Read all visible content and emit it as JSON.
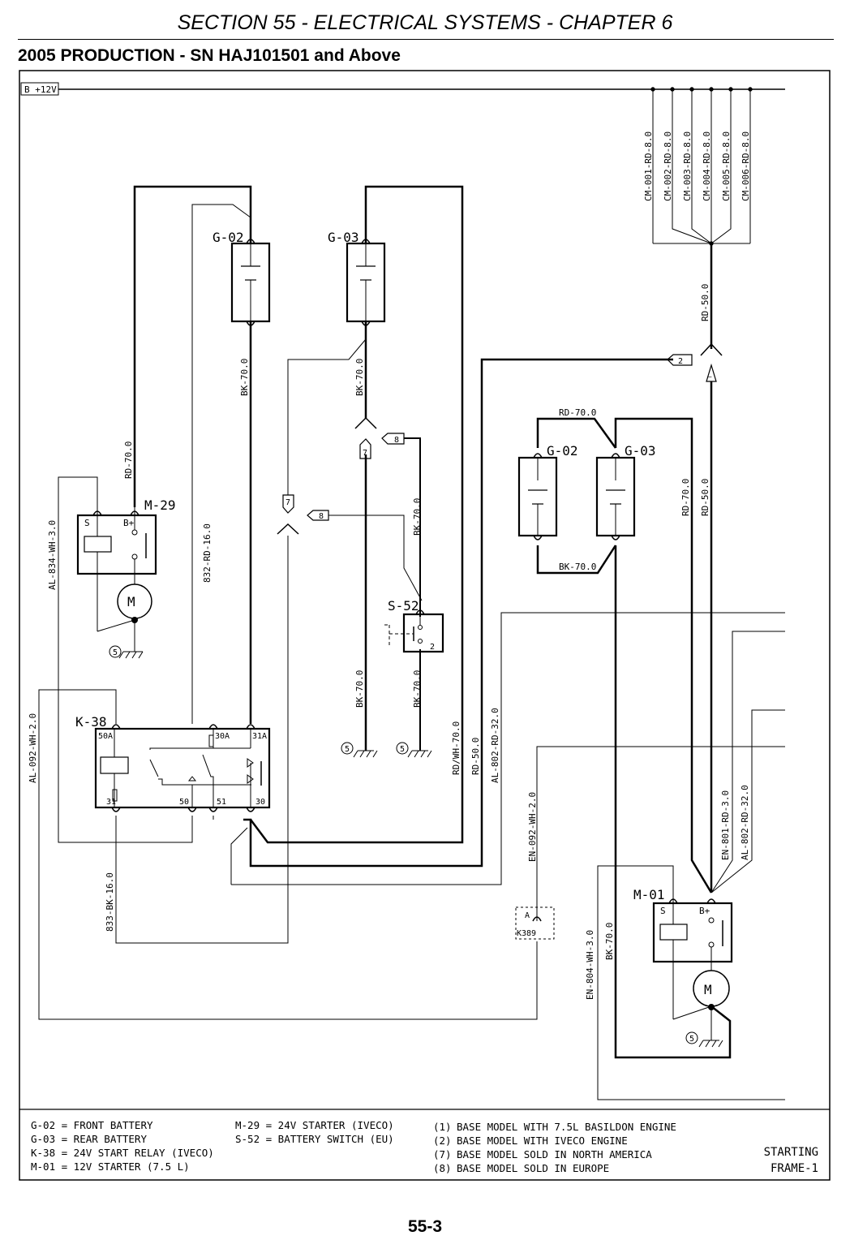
{
  "header": {
    "section_title": "SECTION 55 - ELECTRICAL SYSTEMS - CHAPTER 6",
    "production": "2005 PRODUCTION - SN HAJ101501 and Above"
  },
  "page_number": "55-3",
  "supply_label": "B +12V",
  "components": {
    "g02_top": "G-02",
    "g03_top": "G-03",
    "g02_right": "G-02",
    "g03_right": "G-03",
    "m29": "M-29",
    "k38": "K-38",
    "s52": "S-52",
    "m01": "M-01",
    "k389": "K389",
    "k389_pin": "A",
    "motor_symbol": "M"
  },
  "pins": {
    "k38_50a": "50A",
    "k38_30a": "30A",
    "k38_31a": "31A",
    "k38_31": "31",
    "k38_50": "50",
    "k38_51": "51",
    "k38_30": "30",
    "m29_s": "S",
    "m29_b": "B+",
    "m01_s": "S",
    "m01_b": "B+",
    "s52_2": "2"
  },
  "wires": {
    "cm001": "CM-001-RD-8.0",
    "cm002": "CM-002-RD-8.0",
    "cm003": "CM-003-RD-8.0",
    "cm004": "CM-004-RD-8.0",
    "cm005": "CM-005-RD-8.0",
    "cm006": "CM-006-RD-8.0",
    "rd50_top": "RD-50.0",
    "rd70_m29": "RD-70.0",
    "bk70_g02": "BK-70.0",
    "bk70_g03": "BK-70.0",
    "bk70_s52": "BK-70.0",
    "bk70_gnd1": "BK-70.0",
    "bk70_gnd2": "BK-70.0",
    "al834": "AL-834-WH-3.0",
    "w832": "832-RD-16.0",
    "rd70_link": "RD-70.0",
    "bk70_link": "BK-70.0",
    "rd70_right": "RD-70.0",
    "rd50_right": "RD-50.0",
    "al092": "AL-092-WH-2.0",
    "rdwh70": "RD/WH-70.0",
    "rd50_mid": "RD-50.0",
    "al802_mid": "AL-802-RD-32.0",
    "en092": "EN-092-WH-2.0",
    "en801": "EN-801-RD-3.0",
    "al802_right": "AL-802-RD-32.0",
    "w833": "833-BK-16.0",
    "en804": "EN-804-WH-3.0",
    "bk70_m01": "BK-70.0"
  },
  "ground_refs": {
    "g1": "5",
    "g2": "5",
    "g3": "5",
    "g4": "5"
  },
  "option_refs": {
    "r2": "2",
    "r8a": "8",
    "r7a": "7",
    "r7b": "7",
    "r8b": "8",
    "rbar": "—"
  },
  "legend": {
    "col1": [
      "G-02 = FRONT BATTERY",
      "G-03 = REAR BATTERY",
      "K-38 = 24V START RELAY (IVECO)",
      "M-01 = 12V STARTER (7.5 L)"
    ],
    "col2": [
      "M-29 = 24V STARTER (IVECO)",
      "S-52 = BATTERY SWITCH (EU)"
    ],
    "notes": [
      {
        "num": "(1)",
        "text": "BASE MODEL WITH 7.5L BASILDON ENGINE"
      },
      {
        "num": "(2)",
        "text": "BASE MODEL WITH IVECO ENGINE"
      },
      {
        "num": "(7)",
        "text": "BASE MODEL SOLD IN NORTH AMERICA"
      },
      {
        "num": "(8)",
        "text": "BASE MODEL SOLD IN EUROPE"
      }
    ],
    "frame_title": "STARTING",
    "frame_id": "FRAME-1"
  }
}
